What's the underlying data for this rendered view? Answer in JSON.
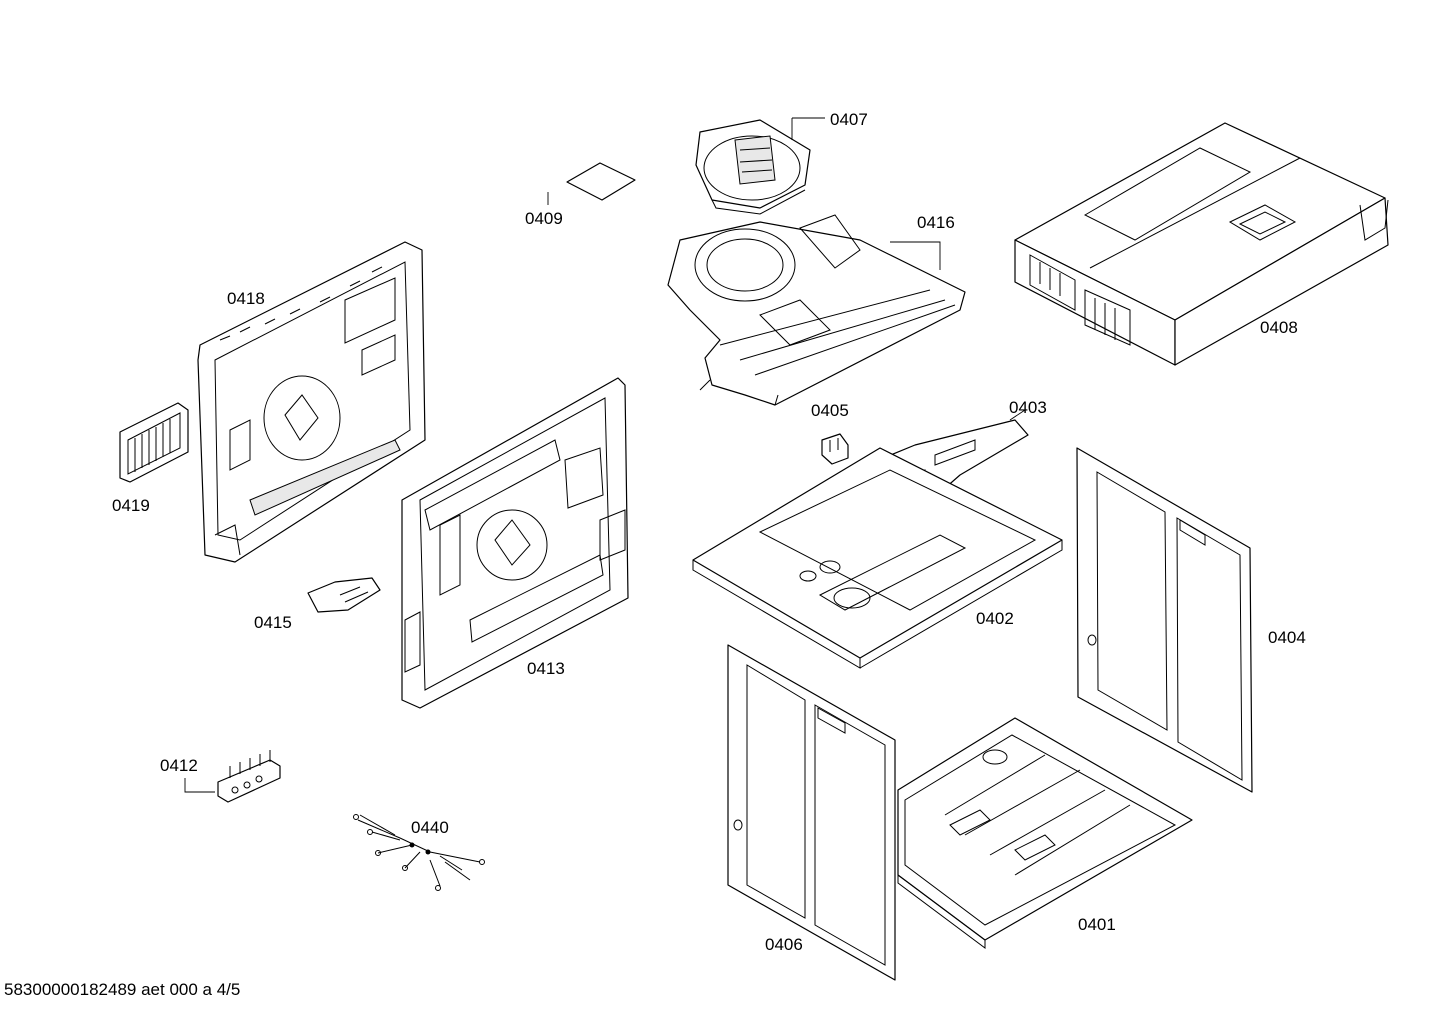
{
  "diagram": {
    "part_labels": {
      "p0401": "0401",
      "p0402": "0402",
      "p0403": "0403",
      "p0404": "0404",
      "p0405": "0405",
      "p0406": "0406",
      "p0407": "0407",
      "p0408": "0408",
      "p0409": "0409",
      "p0412": "0412",
      "p0413": "0413",
      "p0415": "0415",
      "p0416": "0416",
      "p0418": "0418",
      "p0419": "0419",
      "p0440": "0440"
    },
    "footer": "58300000182489 aet 000 a 4/5"
  }
}
